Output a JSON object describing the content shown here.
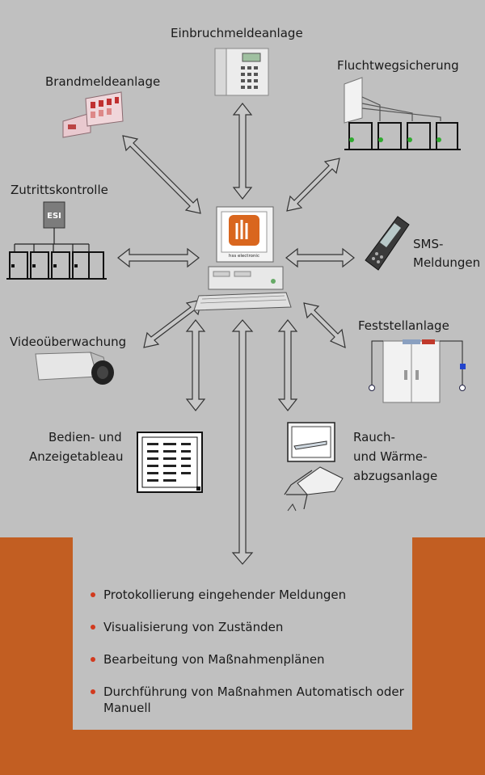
{
  "labels": {
    "einbruch": "Einbruchmeldeanlage",
    "brand": "Brandmeldeanlage",
    "flucht": "Fluchtwegsicherung",
    "zutritt": "Zutrittskontrolle",
    "sms": [
      "SMS-",
      "Meldungen"
    ],
    "video": "Videoüberwachung",
    "feststell": "Feststellanlage",
    "bedien": [
      "Bedien- und",
      "Anzeigetableau"
    ],
    "rauch": [
      "Rauch-",
      "und Wärme-",
      "abzugsanlage"
    ]
  },
  "device_text": {
    "esi": "ESI",
    "brand_logo": "hss electronic"
  },
  "functions": [
    "Protokollierung eingehender Meldungen",
    "Visualisierung von Zuständen",
    "Bearbeitung von Maßnahmenplänen",
    "Durchführung von Maßnahmen Automatisch oder Manuell"
  ],
  "colors": {
    "background": "#c0c0c0",
    "bottom_band": "#c25e22",
    "bullet": "#d23a1e",
    "logo": "#d9661e"
  }
}
